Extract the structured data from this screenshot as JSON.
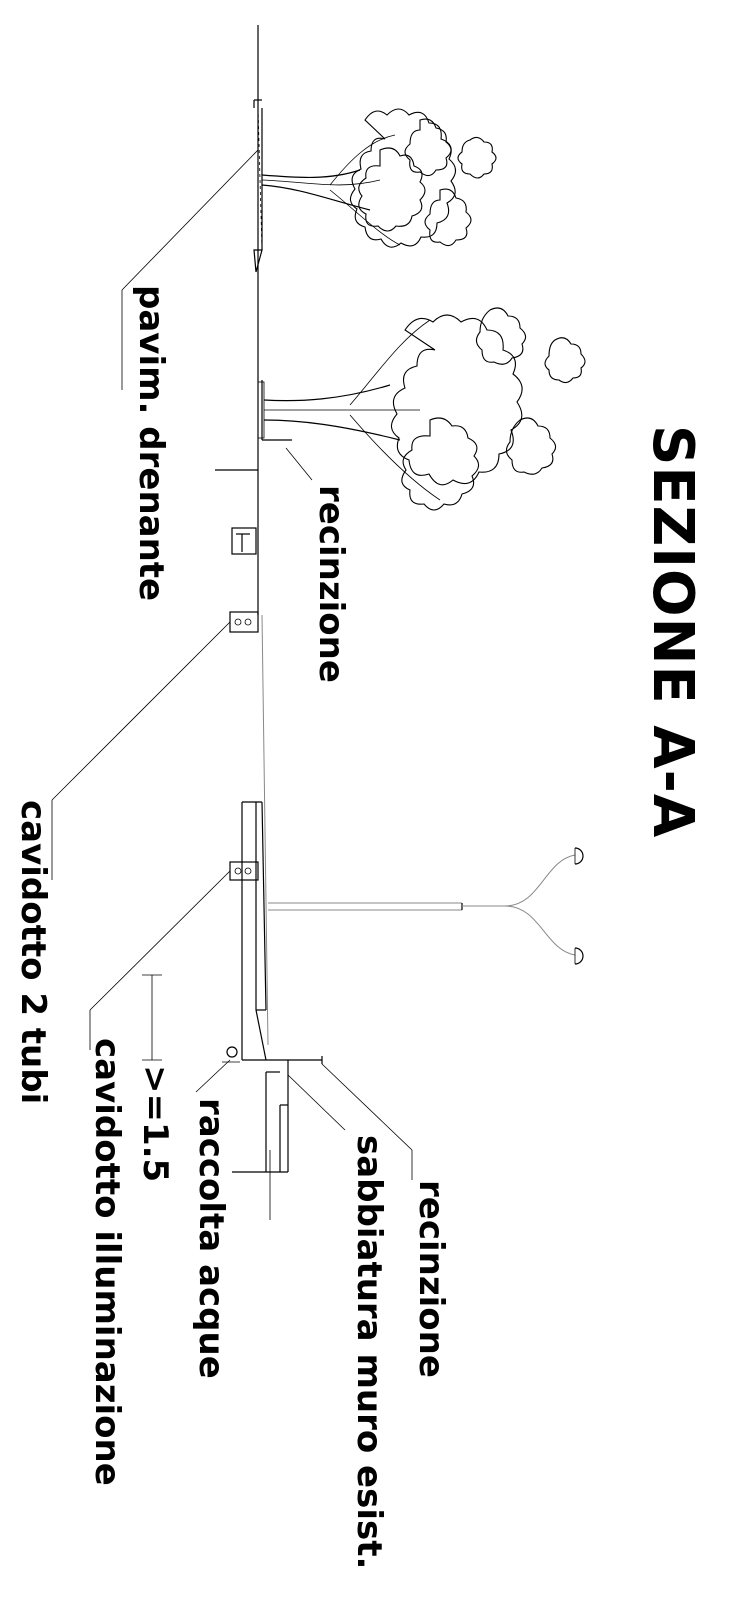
{
  "title": "SEZIONE A-A",
  "labels": {
    "pavim_drenante": "pavim. drenante",
    "recinzione_top": "recinzione",
    "cavidotto_2_tubi": "cavidotto 2 tubi",
    "dim_value": ">=1.5",
    "cavidotto_illuminazione": "cavidotto illuminazione",
    "raccolta_acque": "raccolta acque",
    "sabbiatura": "sabbiatura muro esist.",
    "recinzione_bottom": "recinzione"
  },
  "icons": {
    "tree": "tree-icon",
    "lamp": "street-lamp-icon",
    "bench": "bench-icon"
  }
}
